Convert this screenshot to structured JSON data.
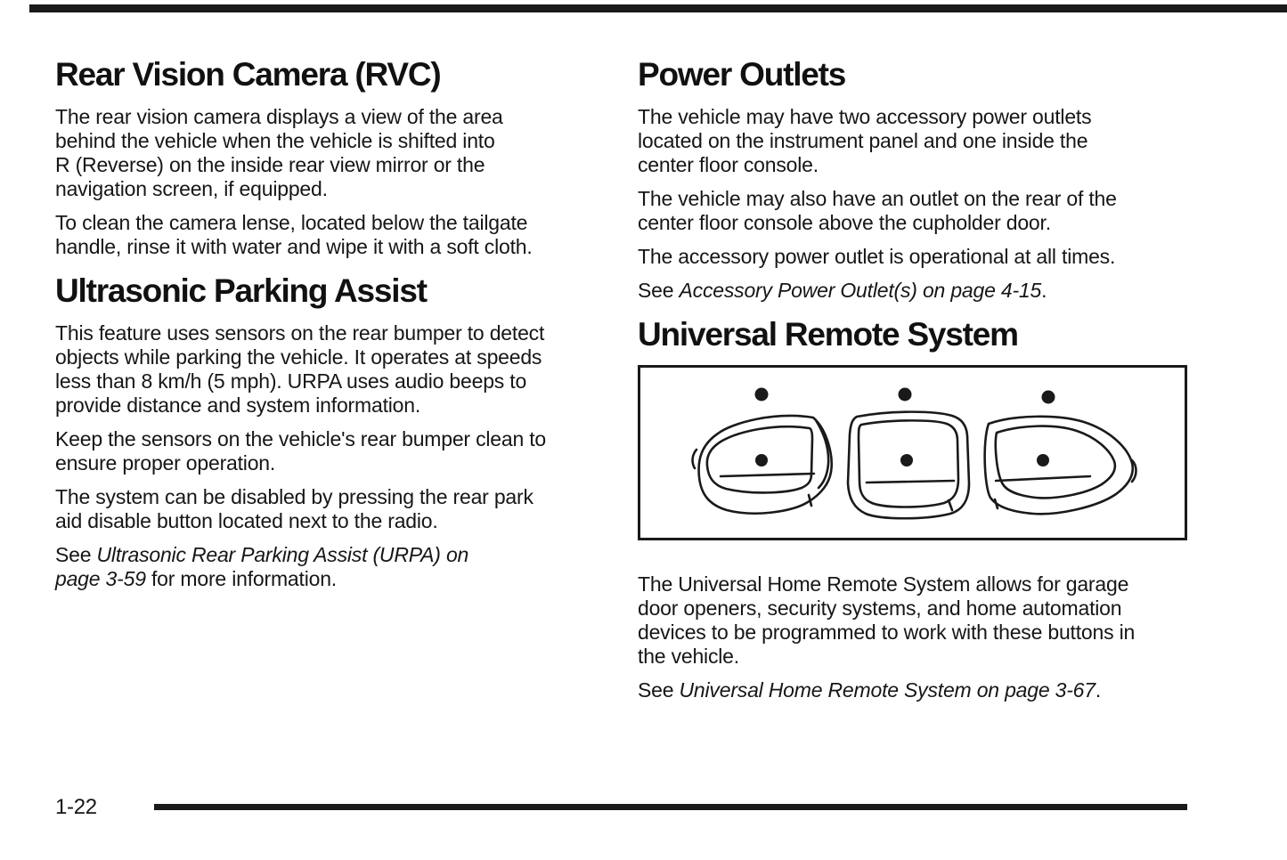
{
  "page": {
    "number": "1-22"
  },
  "colors": {
    "text": "#161616",
    "rule": "#1a1a1a"
  },
  "left_column": {
    "rvc": {
      "heading": "Rear Vision Camera (RVC)",
      "para1": "The rear vision camera displays a view of the area\nbehind the vehicle when the vehicle is shifted into\nR (Reverse) on the inside rear view mirror or the\nnavigation screen, if equipped.",
      "para2": "To clean the camera lense, located below the tailgate\nhandle, rinse it with water and wipe it with a soft cloth."
    },
    "upa": {
      "heading": "Ultrasonic Parking Assist",
      "para1": "This feature uses sensors on the rear bumper to detect\nobjects while parking the vehicle. It operates at speeds\nless than 8 km/h (5 mph). URPA uses audio beeps to\nprovide distance and system information.",
      "para2": "Keep the sensors on the vehicle's rear bumper clean to\nensure proper operation.",
      "para3": "The system can be disabled by pressing the rear park\naid disable button located next to the radio.",
      "see_prefix": "See ",
      "see_italic": "Ultrasonic Rear Parking Assist (URPA) on\npage 3-59",
      "see_suffix": " for more information."
    }
  },
  "right_column": {
    "power_outlets": {
      "heading": "Power Outlets",
      "para1": "The vehicle may have two accessory power outlets\nlocated on the instrument panel and one inside the\ncenter floor console.",
      "para2": "The vehicle may also have an outlet on the rear of the\ncenter floor console above the cupholder door.",
      "para3": "The accessory power outlet is operational at all times.",
      "see_prefix": "See ",
      "see_italic": "Accessory Power Outlet(s) on page 4-15",
      "see_suffix": "."
    },
    "urs": {
      "heading": "Universal Remote System",
      "figure_alt": "universal-remote-three-buttons-illustration",
      "para1": "The Universal Home Remote System allows for garage\ndoor openers, security systems, and home automation\ndevices to be programmed to work with these buttons in\nthe vehicle.",
      "see_prefix": "See ",
      "see_italic": "Universal Home Remote System on page 3-67",
      "see_suffix": "."
    }
  }
}
